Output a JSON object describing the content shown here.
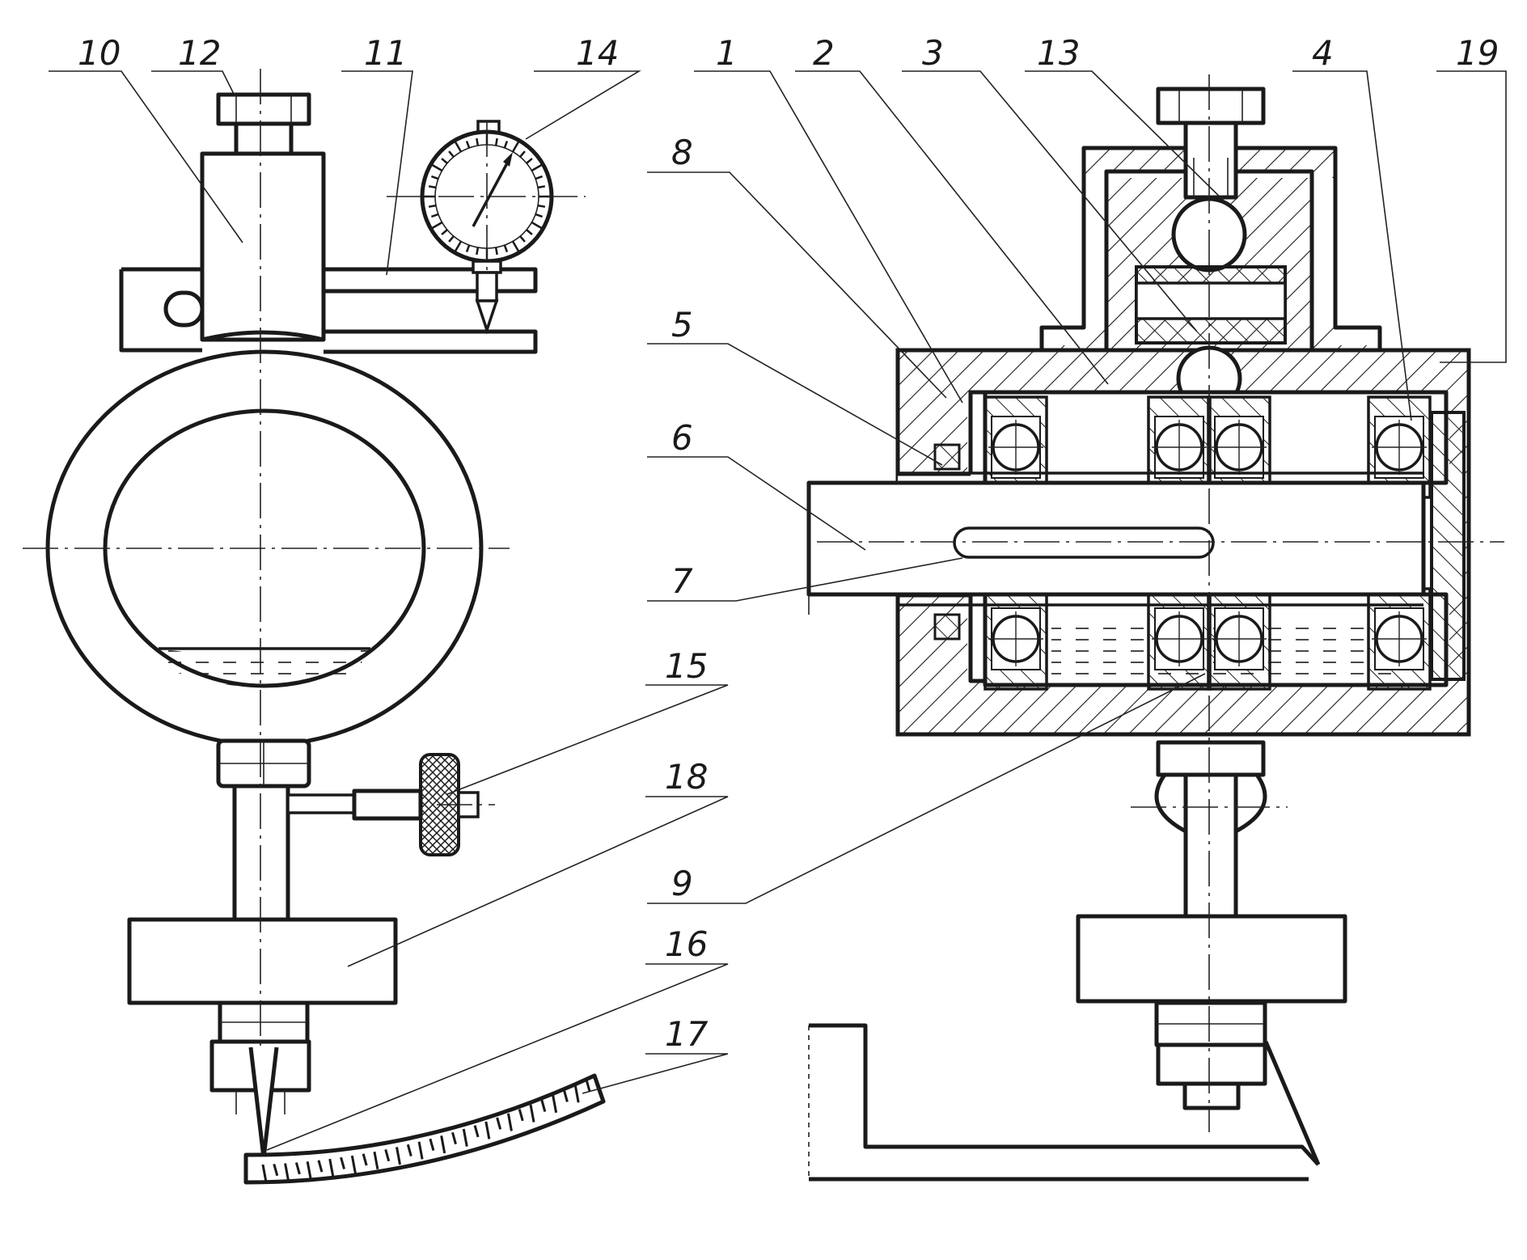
{
  "figure": {
    "left_view": {
      "callouts": [
        {
          "id": "10",
          "label": "10"
        },
        {
          "id": "12",
          "label": "12"
        },
        {
          "id": "11",
          "label": "11"
        },
        {
          "id": "14",
          "label": "14"
        },
        {
          "id": "15",
          "label": "15"
        },
        {
          "id": "18",
          "label": "18"
        },
        {
          "id": "16",
          "label": "16"
        },
        {
          "id": "17",
          "label": "17"
        }
      ]
    },
    "right_view": {
      "callouts": [
        {
          "id": "1",
          "label": "1"
        },
        {
          "id": "2",
          "label": "2"
        },
        {
          "id": "3",
          "label": "3"
        },
        {
          "id": "13",
          "label": "13"
        },
        {
          "id": "4",
          "label": "4"
        },
        {
          "id": "19",
          "label": "19"
        },
        {
          "id": "8",
          "label": "8"
        },
        {
          "id": "5",
          "label": "5"
        },
        {
          "id": "6",
          "label": "6"
        },
        {
          "id": "7",
          "label": "7"
        },
        {
          "id": "9",
          "label": "9"
        }
      ]
    }
  },
  "colors": {
    "ink": "#1a1a1a",
    "paper": "#ffffff"
  }
}
